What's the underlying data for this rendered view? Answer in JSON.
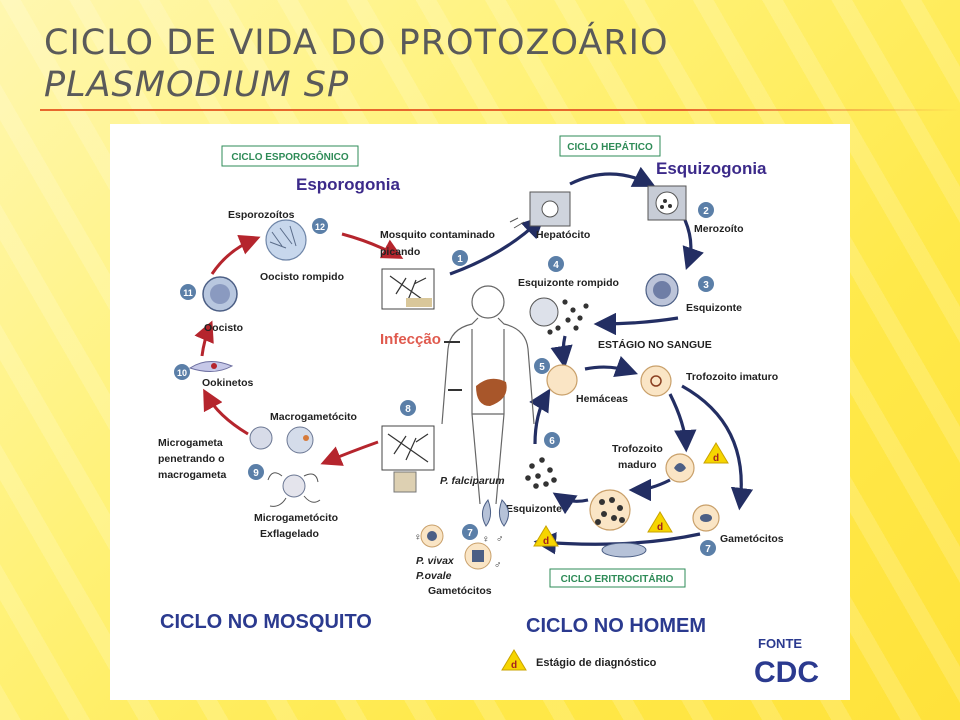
{
  "slide": {
    "title_line1": "CICLO DE VIDA DO PROTOZOÁRIO",
    "title_line2": "PLASMODIUM SP"
  },
  "colors": {
    "mosquito_arrow": "#b5252d",
    "human_arrow": "#232e63",
    "heading": "#3c2a8a",
    "infeccao": "#e05a4e",
    "cycle_label": "#2b3a8f",
    "box_border": "#2e8b57",
    "step_circle": "#5b7fa8"
  },
  "diagram": {
    "boxes": {
      "esporogonico": "CICLO ESPOROGÔNICO",
      "hepatico": "CICLO HEPÁTICO",
      "eritrocitario": "CICLO ERITROCITÁRIO"
    },
    "headings": {
      "esporogonia": "Esporogonia",
      "esquizogonia": "Esquizogonia",
      "infeccao": "Infecção"
    },
    "labels": {
      "esporozoitos": "Esporozoítos",
      "oocisto_rompido": "Oocisto rompido",
      "oocisto": "Oocisto",
      "ookinetos": "Ookinetos",
      "microgameta_1": "Microgameta",
      "microgameta_2": "penetrando o",
      "microgameta_3": "macrogameta",
      "macrogametocito": "Macrogametócito",
      "microgametocito_1": "Microgametócito",
      "microgametocito_2": "Exflagelado",
      "mosquito_1": "Mosquito contaminado",
      "mosquito_2": "picando",
      "hepatocito": "Hepatócito",
      "merozoito": "Merozoíto",
      "esquizonte_rompido": "Esquizonte rompido",
      "esquizonte_hep": "Esquizonte",
      "estagio_sangue": "ESTÁGIO NO SANGUE",
      "hemaceas": "Hemáceas",
      "trofozoito_imaturo": "Trofozoito imaturo",
      "trofozoito_maduro_1": "Trofozoito",
      "trofozoito_maduro_2": "maduro",
      "p_falciparum": "P. falciparum",
      "esquizonte_blood": "Esquizonte",
      "gametocitos_right": "Gametócitos",
      "p_vivax": "P. vivax",
      "p_ovale": "P.ovale",
      "gametocitos_bottom": "Gametócitos"
    },
    "steps": [
      "1",
      "2",
      "3",
      "4",
      "5",
      "6",
      "7",
      "8",
      "9",
      "10",
      "11",
      "12"
    ],
    "diag_mark": "d",
    "footer": {
      "ciclo_mosquito": "CICLO NO MOSQUITO",
      "ciclo_homem": "CICLO NO HOMEM",
      "legend": "Estágio de diagnóstico",
      "fonte": "FONTE",
      "cdc": "CDC"
    }
  }
}
